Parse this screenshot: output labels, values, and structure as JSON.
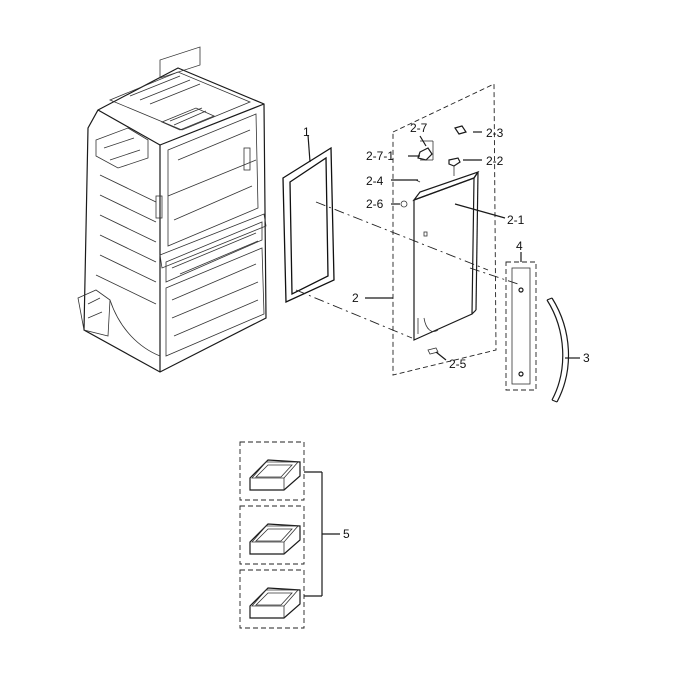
{
  "labels": {
    "gasket": "1",
    "door_assy": "2",
    "door_panel": "2-1",
    "hinge_cap": "2-2",
    "hinge_cover": "2-3",
    "door_pin": "2-4",
    "door_stopper": "2-5",
    "door_bushing": "2-6",
    "hinge_assy": "2-7",
    "hinge_part": "2-7-1",
    "handle": "3",
    "handle_trim": "4",
    "door_guard": "5"
  }
}
